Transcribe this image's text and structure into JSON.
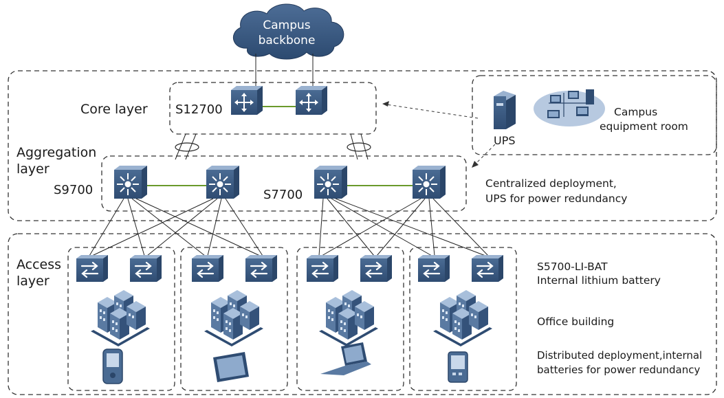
{
  "cloud": {
    "line1": "Campus",
    "line2": "backbone"
  },
  "layers": {
    "core": "Core layer",
    "aggregation_line1": "Aggregation",
    "aggregation_line2": "layer",
    "access_line1": "Access",
    "access_line2": "layer"
  },
  "models": {
    "core": "S12700",
    "agg_left": "S9700",
    "agg_right": "S7700"
  },
  "equipment_room": {
    "ups": "UPS",
    "title_line1": "Campus",
    "title_line2": "equipment room"
  },
  "notes": {
    "centralized_line1": "Centralized deployment,",
    "centralized_line2": "UPS for power redundancy",
    "access_model": "S5700-LI-BAT",
    "access_battery": "Internal lithium battery",
    "office_building": "Office building",
    "distributed_line1": "Distributed deployment,internal",
    "distributed_line2": "batteries for power redundancy"
  },
  "colors": {
    "device_fill": "#3f5f86",
    "device_light": "#6d8bb0",
    "link_green": "#6a9a2b",
    "cloud": "#2f4f78"
  },
  "icons": [
    "router-icon",
    "core-switch-icon",
    "access-switch-icon",
    "building-icon",
    "ups-icon",
    "pc-network-icon",
    "pda-icon",
    "tablet-icon",
    "laptop-icon"
  ]
}
